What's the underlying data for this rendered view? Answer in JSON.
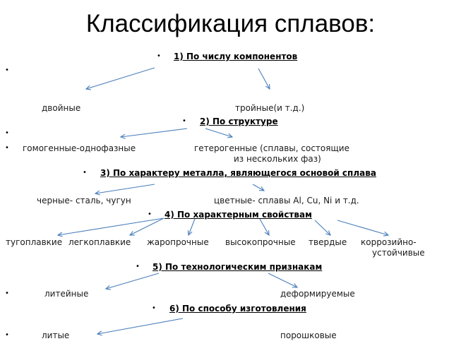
{
  "title": "Классификация сплавов:",
  "bullet_char": "•",
  "sections": [
    {
      "heading": "1) По числу компонентов",
      "items": [
        "двойные",
        "тройные(и т.д.)"
      ]
    },
    {
      "heading": "2) По структуре",
      "items": [
        "гомогенные-однофазные",
        "гетерогенные (сплавы, состоящие",
        "из нескольких фаз)"
      ]
    },
    {
      "heading": "3) По характеру металла, являющегося основой сплава",
      "items": [
        "черные- сталь, чугун",
        "цветные- сплавы Al, Cu, Ni и т.д."
      ]
    },
    {
      "heading": "4) По характерным свойствам",
      "items": [
        "тугоплавкие",
        "легкоплавкие",
        "жаропрочные",
        "высокопрочные",
        "твердые",
        "коррозийно-",
        "устойчивые"
      ]
    },
    {
      "heading": "5) По технологическим признакам",
      "items": [
        "литейные",
        "деформируемые"
      ]
    },
    {
      "heading": "6) По способу изготовления",
      "items": [
        "литые",
        "порошковые"
      ]
    }
  ],
  "colors": {
    "arrow": "#4a7ebb",
    "text": "#000000",
    "background": "#ffffff"
  }
}
